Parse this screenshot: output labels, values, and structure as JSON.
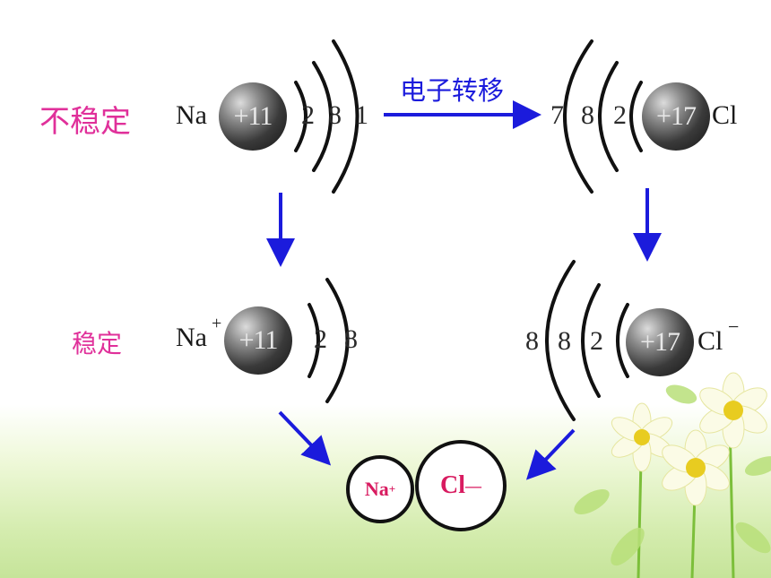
{
  "labels": {
    "unstable": "不稳定",
    "stable": "稳定",
    "transfer": "电子转移"
  },
  "atoms": {
    "na_atom": {
      "symbol": "Na",
      "nucleus": "+11",
      "shells": [
        "2",
        "8",
        "1"
      ]
    },
    "cl_atom": {
      "symbol": "Cl",
      "nucleus": "+17",
      "shells": [
        "7",
        "8",
        "2"
      ]
    },
    "na_ion": {
      "symbol": "Na",
      "charge": "+",
      "nucleus": "+11",
      "shells": [
        "2",
        "8"
      ]
    },
    "cl_ion": {
      "symbol": "Cl",
      "charge": "−",
      "nucleus": "+17",
      "shells": [
        "8",
        "8",
        "2"
      ]
    }
  },
  "compound": {
    "na": "Na",
    "na_charge": "+",
    "cl": "Cl",
    "cl_charge": "—"
  },
  "colors": {
    "label": "#e0309a",
    "arrow": "#1b1bdc",
    "ion_text": "#d81b60"
  }
}
